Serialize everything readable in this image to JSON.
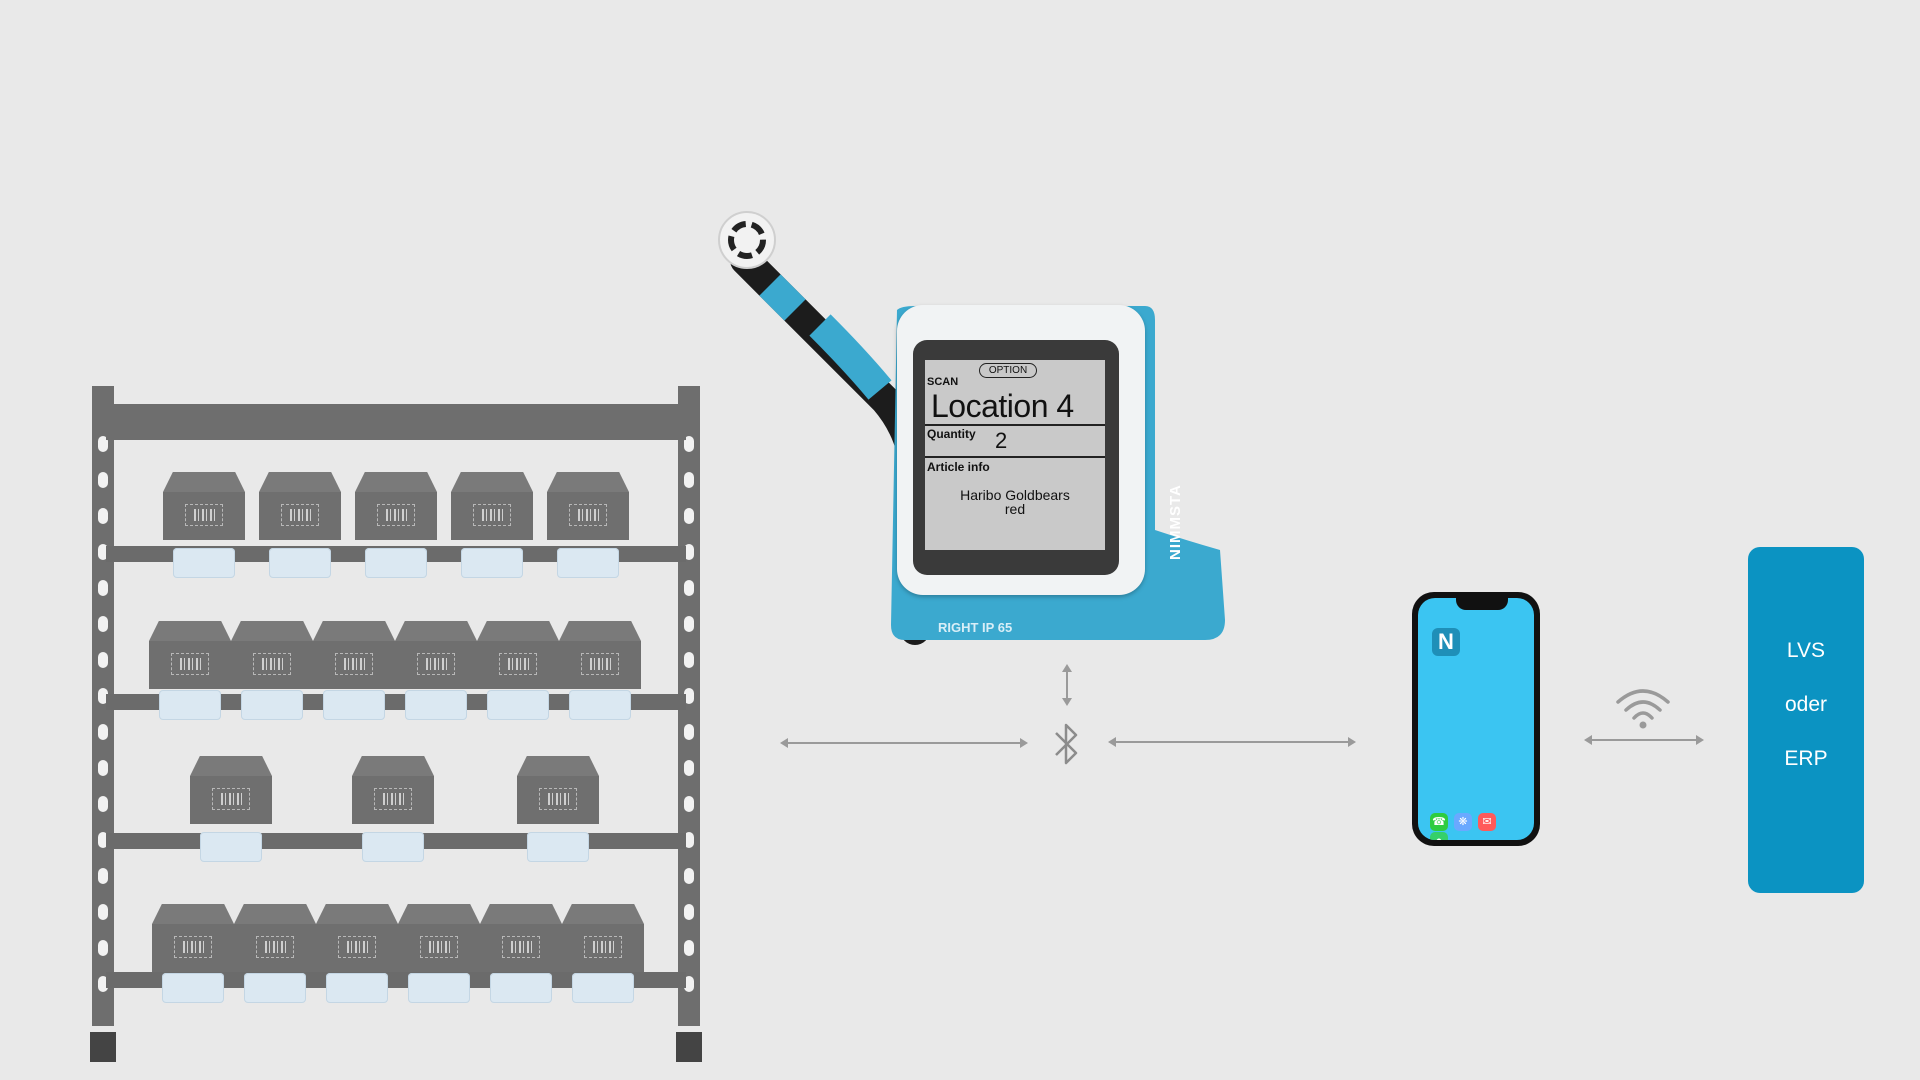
{
  "scanner": {
    "option": "OPTION",
    "scan": "SCAN",
    "location": "Location 4",
    "quantity_label": "Quantity",
    "quantity_value": "2",
    "article_label": "Article info",
    "article_line1": "Haribo Goldbears",
    "article_line2": "red",
    "brand": "NIMMSTA",
    "model": "RIGHT IP 65"
  },
  "phone": {
    "app_letter": "N"
  },
  "system": {
    "line1": "LVS",
    "line2": "oder",
    "line3": "ERP"
  },
  "icons": [
    "barcode-icon",
    "bluetooth-icon",
    "wifi-icon",
    "phone-app-icon"
  ],
  "colors": {
    "background": "#e9e9e9",
    "accent": "#3ba9cf",
    "system_box": "#0b93c2",
    "phone_screen": "#3bc5f2",
    "shelf": "#6e6e6e",
    "label": "#dbe8f2"
  }
}
